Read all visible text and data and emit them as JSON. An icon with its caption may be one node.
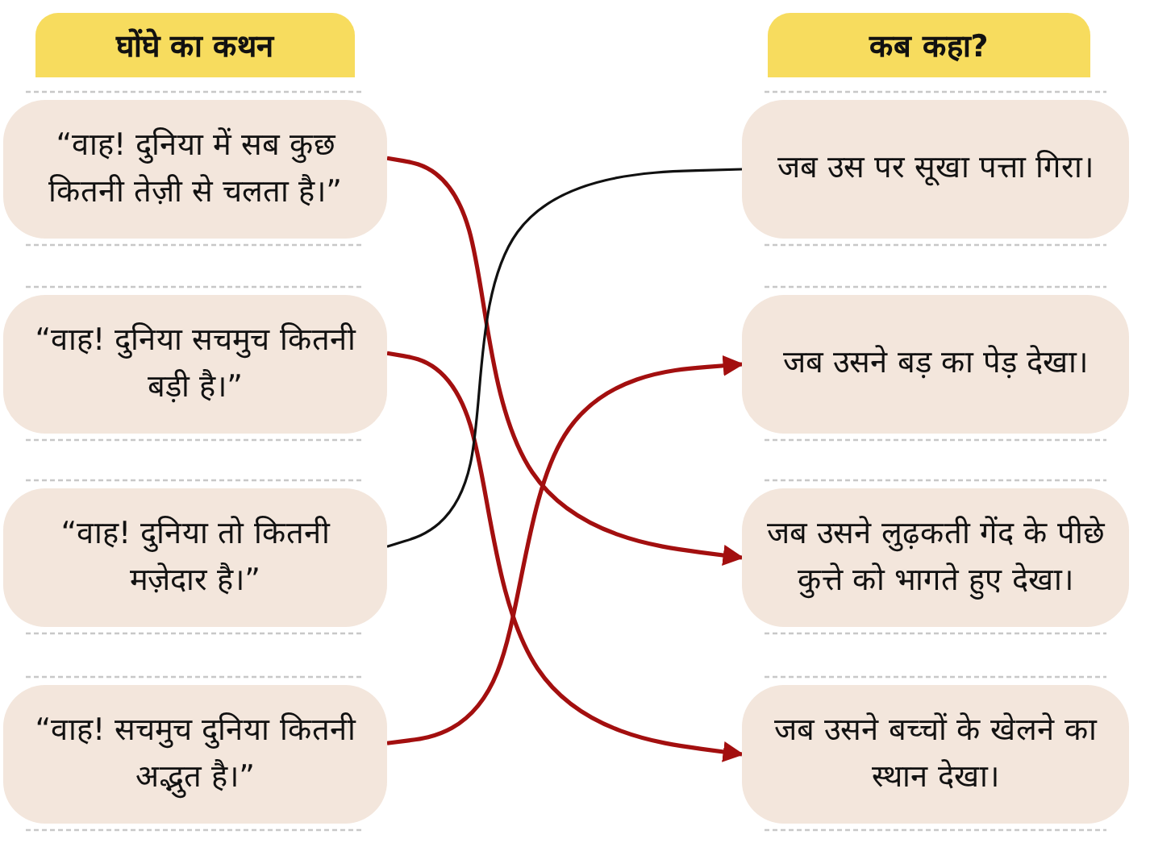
{
  "diagram": {
    "nodes": [
      {
        "text": [
          "घोंघे का कथन"
        ]
      },
      {
        "text": [
          "कब कहा?"
        ]
      },
      {
        "text": [
          "“वाह! दुनिया में सब कुछ कितनी तेज़ी से चलता है।”"
        ]
      },
      {
        "text": [
          "“वाह! दुनिया सचमुच कितनी बड़ी है।”"
        ]
      },
      {
        "text": [
          "“वाह! दुनिया तो कितनी मज़ेदार है।”"
        ]
      },
      {
        "text": [
          "“वाह! सचमुच दुनिया कितनी अद्भुत है।”"
        ]
      },
      {
        "text": [
          "जब उस पर सूखा पत्ता गिरा।"
        ]
      },
      {
        "text": [
          "जब उसने बड़ का पेड़ देखा।"
        ]
      },
      {
        "text": [
          "जब उसने लुढ़कती गेंद के पीछे कुत्ते को भागते हुए देखा।"
        ]
      },
      {
        "text": [
          "जब उसने बच्चों के खेलने का स्थान देखा।"
        ]
      }
    ],
    "edges": [
      {
        "from": 2,
        "to": 8,
        "arrow": "to"
      },
      {
        "from": 3,
        "to": 9,
        "arrow": "to"
      },
      {
        "from": 4,
        "to": 6,
        "arrow": "none",
        "color": "#111111"
      },
      {
        "from": 5,
        "to": 7,
        "arrow": "to"
      }
    ]
  }
}
